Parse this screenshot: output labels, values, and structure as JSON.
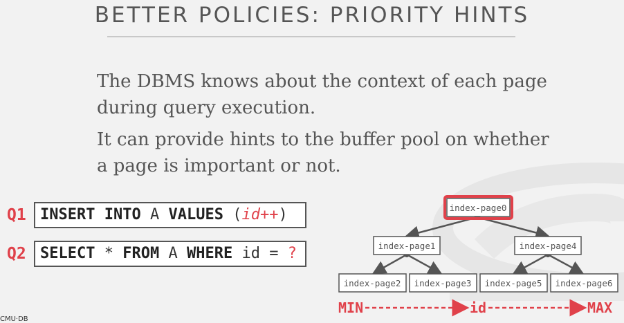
{
  "title": "BETTER POLICIES: PRIORITY HINTS",
  "bullets": [
    "The DBMS knows about the context of each page during query execution.",
    "It can provide hints to the buffer pool on whether a page is important or not."
  ],
  "queries": [
    {
      "label": "Q1",
      "k1": "INSERT",
      "k2": "INTO",
      "t1": "A",
      "k3": "VALUES",
      "open": "(",
      "arg": "id++",
      "close": ")"
    },
    {
      "label": "Q2",
      "k1": "SELECT",
      "star": "*",
      "k2": "FROM",
      "t1": "A",
      "k3": "WHERE",
      "col": "id",
      "eq": "=",
      "param": "?"
    }
  ],
  "tree": {
    "root": "index-page0",
    "level1": [
      "index-page1",
      "index-page4"
    ],
    "leaves": [
      "index-page2",
      "index-page3",
      "index-page5",
      "index-page6"
    ],
    "highlight": "index-page0"
  },
  "range": {
    "min": "MIN",
    "key": "id",
    "max": "MAX"
  },
  "footer": "CMU·DB",
  "colors": {
    "accent": "#e0414a",
    "box_border": "#555555",
    "text": "#555555"
  }
}
